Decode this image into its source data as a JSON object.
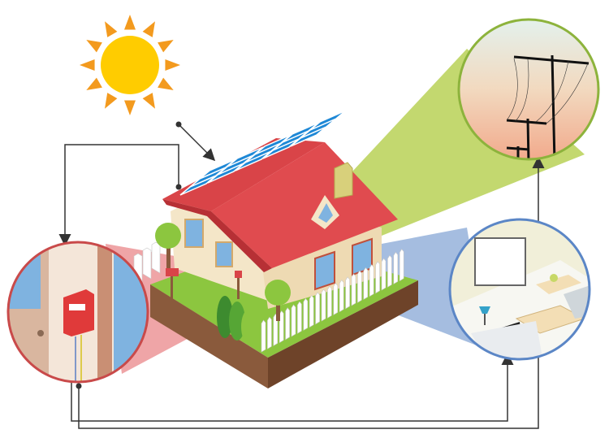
{
  "diagram": {
    "subject": "solar-powered-home-grid-connection",
    "nodes": [
      {
        "id": "sun",
        "icon": "sun-icon"
      },
      {
        "id": "house",
        "icon": "house-with-solar-panels-icon"
      },
      {
        "id": "meter",
        "icon": "electric-meter-icon"
      },
      {
        "id": "grid",
        "icon": "power-lines-icon"
      },
      {
        "id": "interior",
        "icon": "living-room-icon"
      }
    ],
    "connections": [
      {
        "from": "sun",
        "to": "house"
      },
      {
        "from": "house",
        "to": "meter"
      },
      {
        "from": "meter",
        "to": "interior"
      },
      {
        "from": "meter",
        "to": "grid"
      }
    ]
  },
  "colors": {
    "sun": "#ffcc00",
    "sun_rays": "#f39a1e",
    "roof": "#e04b4f",
    "panel": "#1e88d6",
    "wall": "#f4e6c8",
    "grass": "#8cc63f",
    "soil": "#8a5a3c",
    "meter_circle_border": "#c94a4a",
    "grid_circle_border": "#8db33c",
    "interior_circle_border": "#5b86c6",
    "wire": "#333333"
  }
}
